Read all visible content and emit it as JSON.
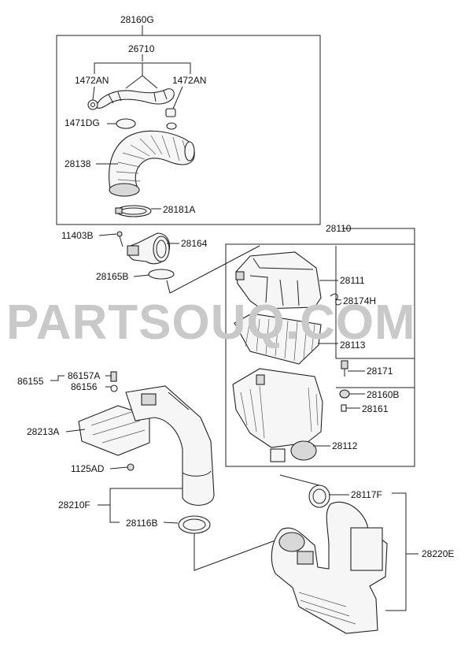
{
  "watermark": "PARTSOUQ.COM",
  "labels": {
    "group_top": "28160G",
    "p26710": "26710",
    "p1472AN_left": "1472AN",
    "p1472AN_right": "1472AN",
    "p1471DG": "1471DG",
    "p28138": "28138",
    "p28181A": "28181A",
    "p11403B": "11403B",
    "p28164": "28164",
    "p28165B": "28165B",
    "p28110": "28110",
    "p28111": "28111",
    "p28174H": "28174H",
    "p28113": "28113",
    "p28171": "28171",
    "p28160B": "28160B",
    "p28161": "28161",
    "p28112": "28112",
    "p86155": "86155",
    "p86157A": "86157A",
    "p86156": "86156",
    "p28213A": "28213A",
    "p1125AD": "1125AD",
    "p28210F": "28210F",
    "p28116B": "28116B",
    "p28117F": "28117F",
    "p28220E": "28220E"
  }
}
